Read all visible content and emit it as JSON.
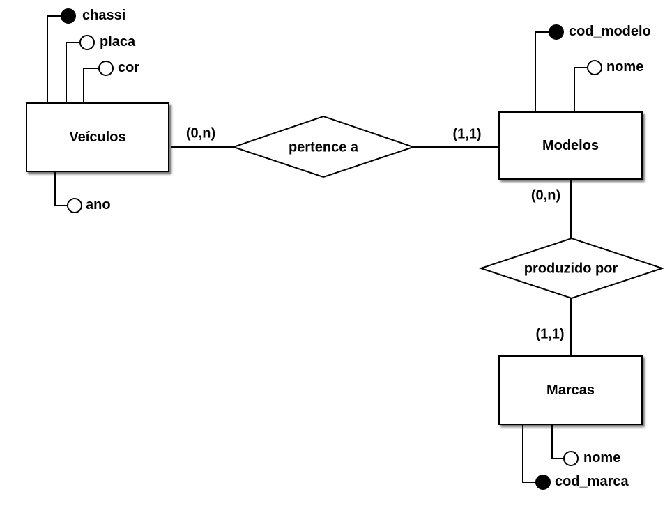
{
  "diagram": {
    "type": "entity-relationship-diagram",
    "colors": {
      "background": "#ffffff",
      "line": "#000000",
      "shape_fill": "#ffffff",
      "key_attribute_fill": "#000000"
    },
    "entities": [
      {
        "name": "Veículos",
        "attributes": [
          {
            "name": "chassi",
            "key": true
          },
          {
            "name": "placa",
            "key": false
          },
          {
            "name": "cor",
            "key": false
          },
          {
            "name": "ano",
            "key": false
          }
        ]
      },
      {
        "name": "Modelos",
        "attributes": [
          {
            "name": "cod_modelo",
            "key": true
          },
          {
            "name": "nome",
            "key": false
          }
        ]
      },
      {
        "name": "Marcas",
        "attributes": [
          {
            "name": "nome",
            "key": false
          },
          {
            "name": "cod_marca",
            "key": true
          }
        ]
      }
    ],
    "relationships": [
      {
        "name": "pertence a",
        "from_entity": "Veículos",
        "to_entity": "Modelos",
        "from_cardinality": "(0,n)",
        "to_cardinality": "(1,1)"
      },
      {
        "name": "produzido por",
        "from_entity": "Modelos",
        "to_entity": "Marcas",
        "from_cardinality": "(0,n)",
        "to_cardinality": "(1,1)"
      }
    ]
  }
}
